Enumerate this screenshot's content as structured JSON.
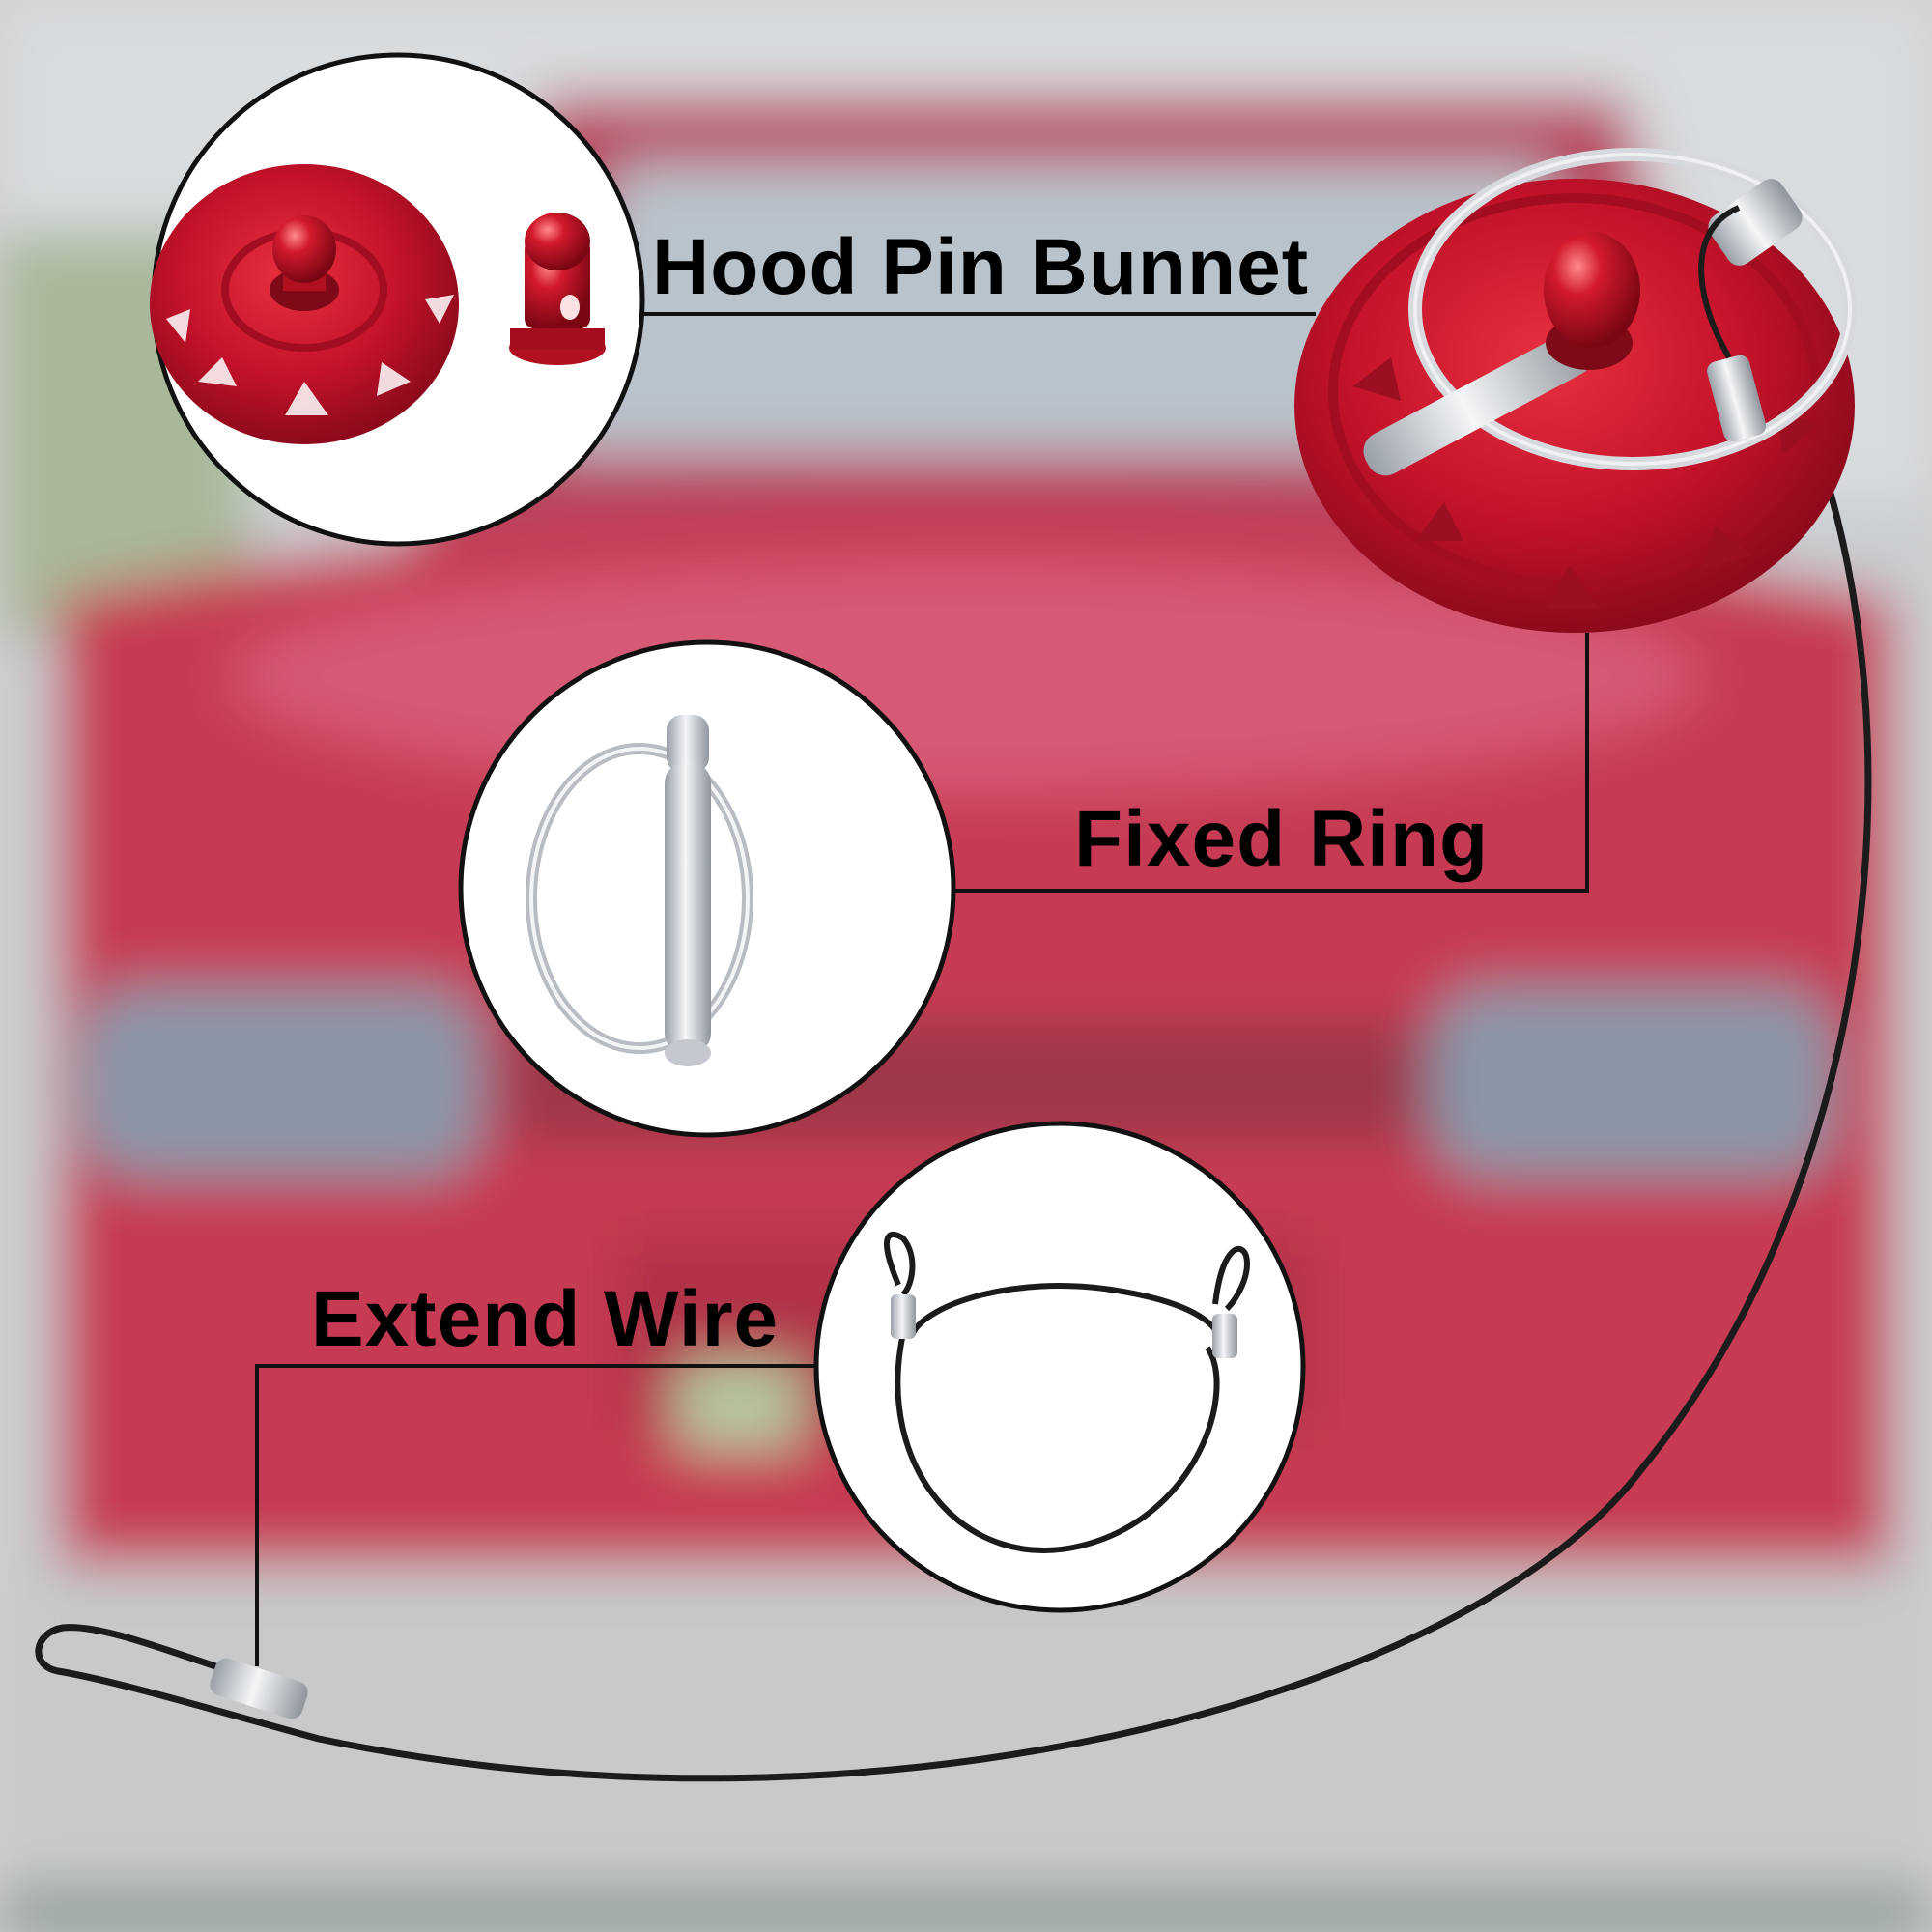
{
  "labels": {
    "hood_pin_bunnet": "Hood Pin Bunnet",
    "fixed_ring": "Fixed Ring",
    "extend_wire": "Extend Wire"
  },
  "colors": {
    "car_red": "#c63a52",
    "part_red": "#c8102e",
    "steel": "#d8dbe0",
    "wire_black": "#1b1b1b",
    "frame_black": "#111111",
    "backdrop_gray": "#b9bec3"
  },
  "icons": [
    "hood-pin-plate-icon",
    "pin-cap-icon",
    "lynch-pin-icon",
    "wire-loop-icon"
  ]
}
